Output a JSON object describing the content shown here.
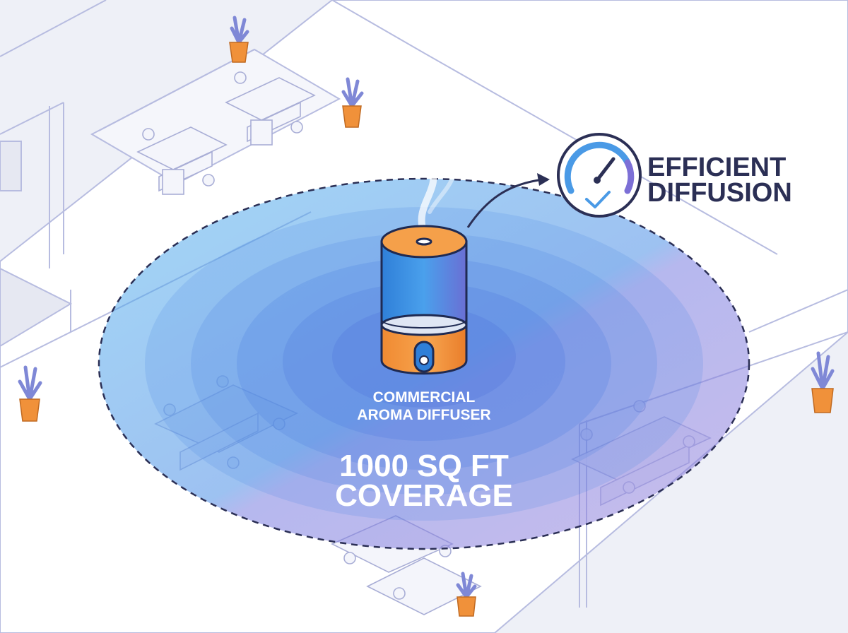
{
  "product": {
    "name_line1": "COMMERCIAL",
    "name_line2": "AROMA DIFFUSER",
    "icon": "aroma-diffuser-icon"
  },
  "coverage": {
    "line1": "1000 SQ FT",
    "line2": "COVERAGE"
  },
  "feature": {
    "line1": "EFFICIENT",
    "line2": "DIFFUSION",
    "icon": "gauge-check-icon"
  },
  "colors": {
    "background": "#eef0f7",
    "floor": "#ffffff",
    "line": "#b3b8de",
    "coverage_blue": "#4d8fe6",
    "coverage_purple": "#8a78d8",
    "diffuser_blue": "#3e86e0",
    "diffuser_orange": "#f2923c",
    "plant_pot": "#f0913a",
    "plant_leaf": "#7f88d6",
    "text_dark": "#2b2f55",
    "text_light": "#ffffff"
  }
}
